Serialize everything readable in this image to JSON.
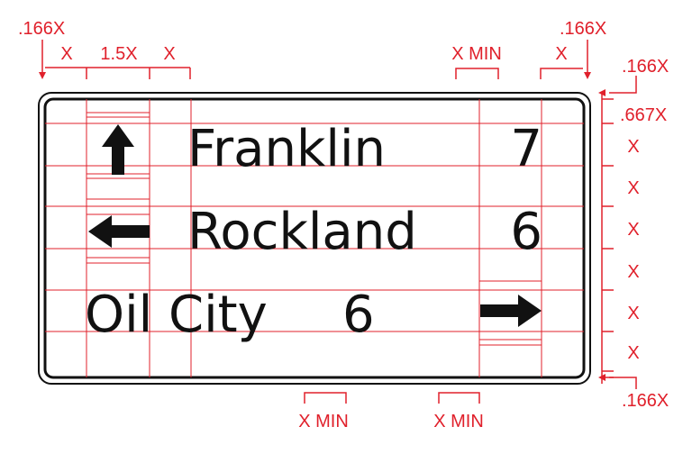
{
  "sign": {
    "rows": [
      {
        "arrow": "up-arrow-icon",
        "text": "Franklin",
        "distance": "7"
      },
      {
        "arrow": "left-arrow-icon",
        "text": "Rockland",
        "distance": "6"
      },
      {
        "arrow": "right-arrow-icon",
        "text": "Oil City",
        "distance": "6"
      }
    ]
  },
  "dimensions": {
    "top_left": {
      "edge": ".166X",
      "col1": "X",
      "col2": "1.5X",
      "col3": "X"
    },
    "top_right": {
      "gap": "X MIN",
      "col": "X",
      "edge": ".166X"
    },
    "right": {
      "top_edge": ".166X",
      "first": ".667X",
      "rows": [
        "X",
        "X",
        "X",
        "X",
        "X",
        "X"
      ],
      "bottom_edge": ".166X"
    },
    "bottom": {
      "gap_left": "X MIN",
      "gap_right": "X MIN"
    }
  },
  "colors": {
    "dimension": "#e0202b",
    "legend": "#111111",
    "border": "#111111",
    "background": "#ffffff"
  }
}
